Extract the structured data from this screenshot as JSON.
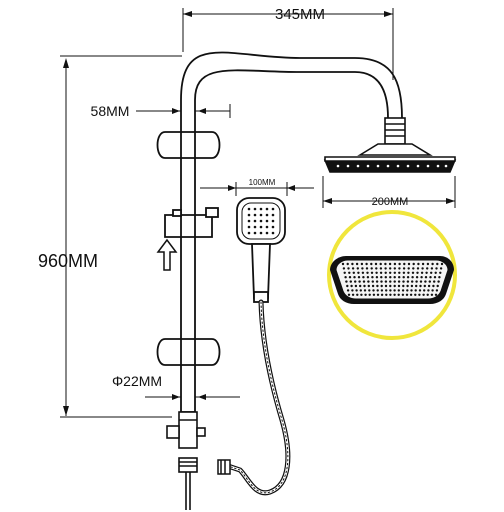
{
  "dimensions": {
    "width_345": "345MM",
    "offset_58": "58MM",
    "handle_100": "100MM",
    "head_200": "200MM",
    "height_960": "960MM",
    "diameter_22": "Φ22MM"
  },
  "colors": {
    "line": "#111111",
    "highlight_ring": "#f0e63c",
    "hole": "#111111"
  }
}
